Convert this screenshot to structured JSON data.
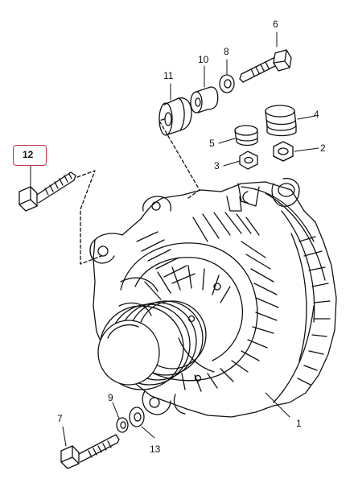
{
  "diagram": {
    "highlight_color": "#c2334a",
    "line_color": "#111111",
    "callouts": {
      "c1": "1",
      "c2": "2",
      "c3": "3",
      "c4": "4",
      "c5": "5",
      "c6": "6",
      "c7": "7",
      "c8": "8",
      "c9": "9",
      "c10": "10",
      "c11": "11",
      "c12": "12",
      "c13": "13"
    },
    "highlighted_callout": "12"
  }
}
